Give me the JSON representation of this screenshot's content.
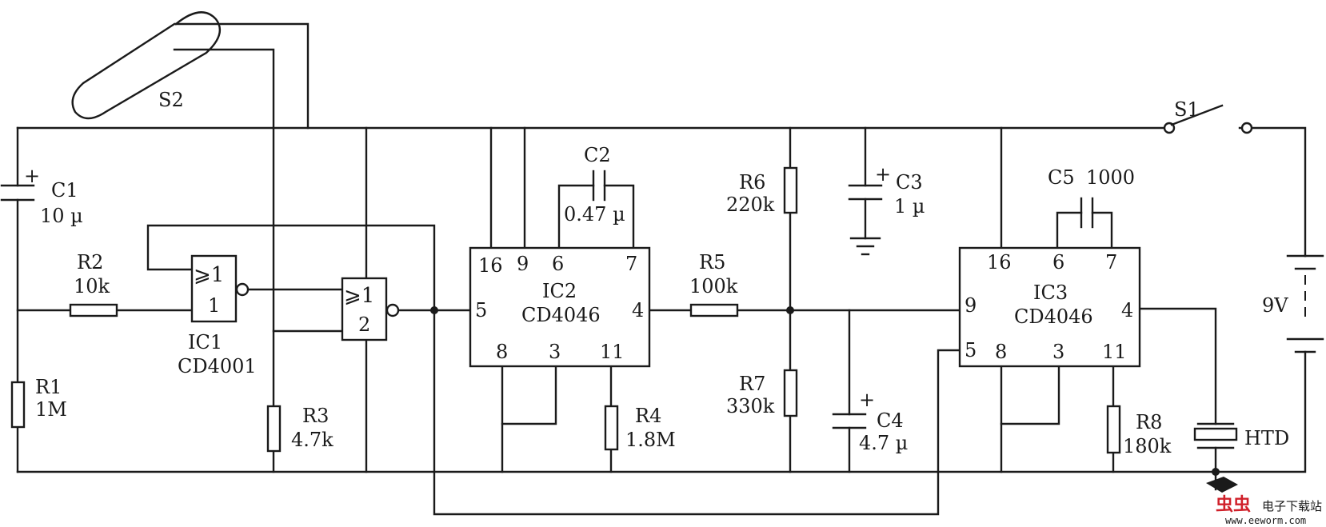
{
  "labels": {
    "S2": "S2",
    "S1": "S1",
    "C1": "C1",
    "C1_val": "10 µ",
    "R1": "R1",
    "R1_val": "1M",
    "R2": "R2",
    "R2_val": "10k",
    "IC1": "IC1",
    "IC1_part": "CD4001",
    "gate1_sym": "⩾1",
    "gate1_num": "1",
    "gate2_sym": "⩾1",
    "gate2_num": "2",
    "R3": "R3",
    "R3_val": "4.7k",
    "C2": "C2",
    "C2_val": "0.47 µ",
    "IC2": "IC2",
    "IC2_part": "CD4046",
    "R4": "R4",
    "R4_val": "1.8M",
    "R5": "R5",
    "R5_val": "100k",
    "R6": "R6",
    "R6_val": "220k",
    "R7": "R7",
    "R7_val": "330k",
    "C3": "C3",
    "C3_val": "1 µ",
    "C4": "C4",
    "C4_val": "4.7 µ",
    "C5": "C5",
    "C5_val": "1000",
    "IC3": "IC3",
    "IC3_part": "CD4046",
    "R8": "R8",
    "R8_val": "180k",
    "HTD": "HTD",
    "battery_val": "9V",
    "plus": "+"
  },
  "ic2_pins": {
    "p16": "16",
    "p9": "9",
    "p6": "6",
    "p7": "7",
    "p5": "5",
    "p4": "4",
    "p8": "8",
    "p3": "3",
    "p11": "11"
  },
  "ic3_pins": {
    "p16": "16",
    "p6": "6",
    "p7": "7",
    "p9": "9",
    "p5": "5",
    "p4": "4",
    "p8": "8",
    "p3": "3",
    "p11": "11"
  },
  "watermark": {
    "logo": "虫虫",
    "name": "电子下载站",
    "url": "www.eeworm.com"
  }
}
